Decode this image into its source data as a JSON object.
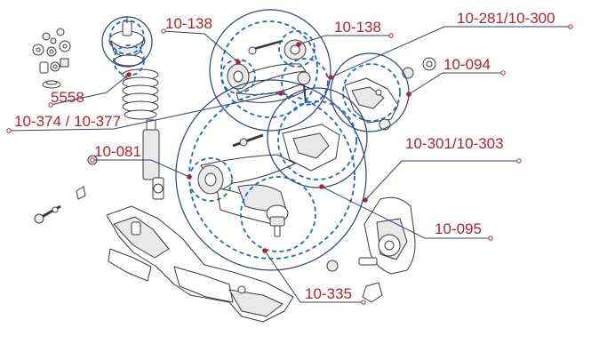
{
  "colors": {
    "callout": "#2c3e86",
    "dash": "#1f67c8",
    "label": "#b3212a",
    "dot": "#b3212a",
    "part_stroke": "#3a3a3a"
  },
  "labels": {
    "strut_mount_kit": "5558",
    "upper_arm_bushing_left": "10-138",
    "upper_arm_bushing_right": "10-138",
    "cam_bolt_kit": "10-281/10-300",
    "sway_bar_link": "10-094",
    "strut_assembly": "10-374 / 10-377",
    "lower_arm_bushing_front": "10-081",
    "lower_control_arm": "10-301/10-303",
    "lower_arm_bracket": "10-095",
    "lower_ball_joint": "10-335"
  }
}
